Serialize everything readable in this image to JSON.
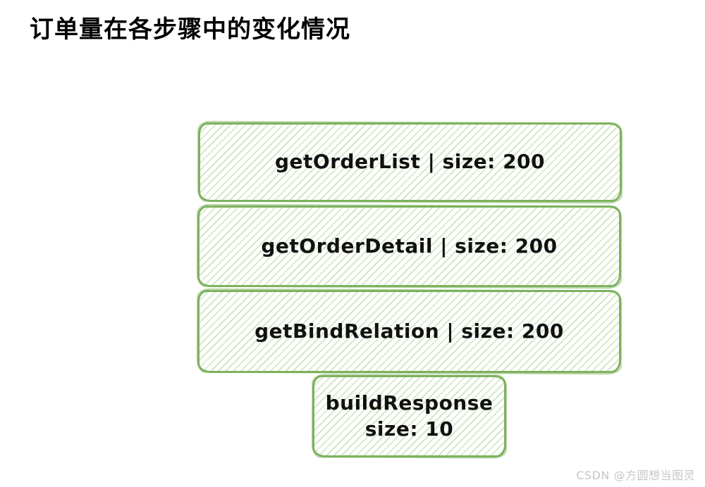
{
  "title": "订单量在各步骤中的变化情况",
  "watermark": "CSDN @方圆想当图灵",
  "colors": {
    "canvas_bg": "#ffffff",
    "box_border": "#7db25e",
    "box_hatch": "#cde4bf",
    "box_text": "#111111",
    "title_text": "#000000",
    "watermark_text": "#c6c6c6"
  },
  "diagram": {
    "steps": [
      {
        "name": "getOrderList",
        "size": "200",
        "label": "getOrderList | size: 200"
      },
      {
        "name": "getOrderDetail",
        "size": "200",
        "label": "getOrderDetail | size: 200"
      },
      {
        "name": "getBindRelation",
        "size": "200",
        "label": "getBindRelation | size: 200"
      },
      {
        "name": "buildResponse",
        "size": "10",
        "lines": [
          "buildResponse",
          "size: 10"
        ]
      }
    ]
  }
}
